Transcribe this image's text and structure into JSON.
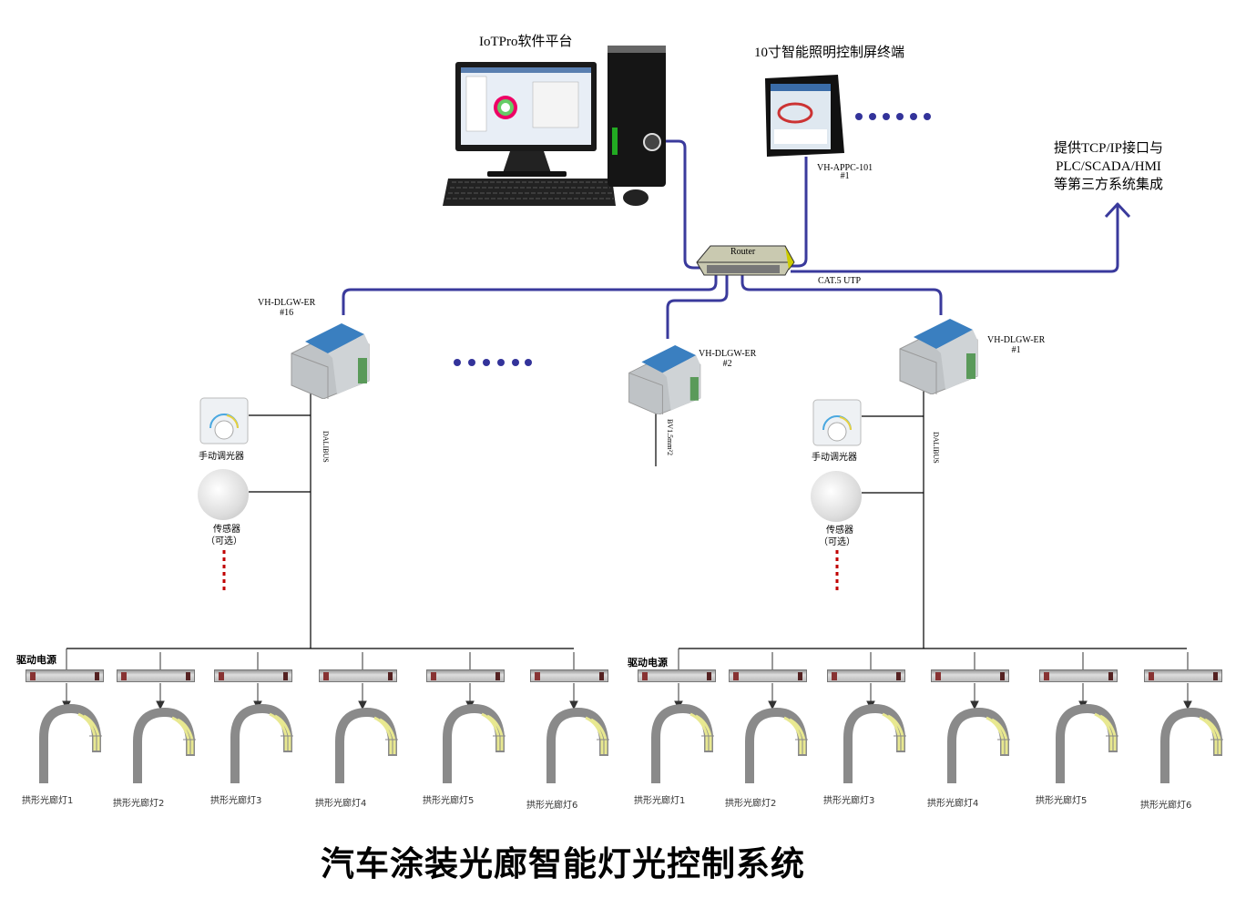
{
  "software_label": "IoTPro软件平台",
  "screen_terminal_label": "10寸智能照明控制屏终端",
  "panel_model": "VH-APPC-101",
  "panel_index": "#1",
  "integration_note": [
    "提供TCP/IP接口与",
    "PLC/SCADA/HMI",
    "等第三方系统集成"
  ],
  "router_label": "Router",
  "cable_label": "CAT.5 UTP",
  "gateways": [
    {
      "model": "VH-DLGW-ER",
      "index": "#16"
    },
    {
      "model": "VH-DLGW-ER",
      "index": "#2"
    },
    {
      "model": "VH-DLGW-ER",
      "index": "#1"
    }
  ],
  "bus_label": "DALIBUS",
  "wire_label": "BV1.5mm²2",
  "dimmer_label": "手动调光器",
  "sensor_label": "传感器",
  "sensor_optional": "（可选）",
  "driver_label": "驱动电源",
  "lamps": [
    "拱形光廊灯1",
    "拱形光廊灯2",
    "拱形光廊灯3",
    "拱形光廊灯4",
    "拱形光廊灯5",
    "拱形光廊灯6"
  ],
  "title": "汽车涂装光廊智能灯光控制系统",
  "colors": {
    "cable": "#3a3a9c",
    "dots": "#33339a",
    "optional_dots": "#c00000",
    "device_blue": "#3a7fc0"
  }
}
